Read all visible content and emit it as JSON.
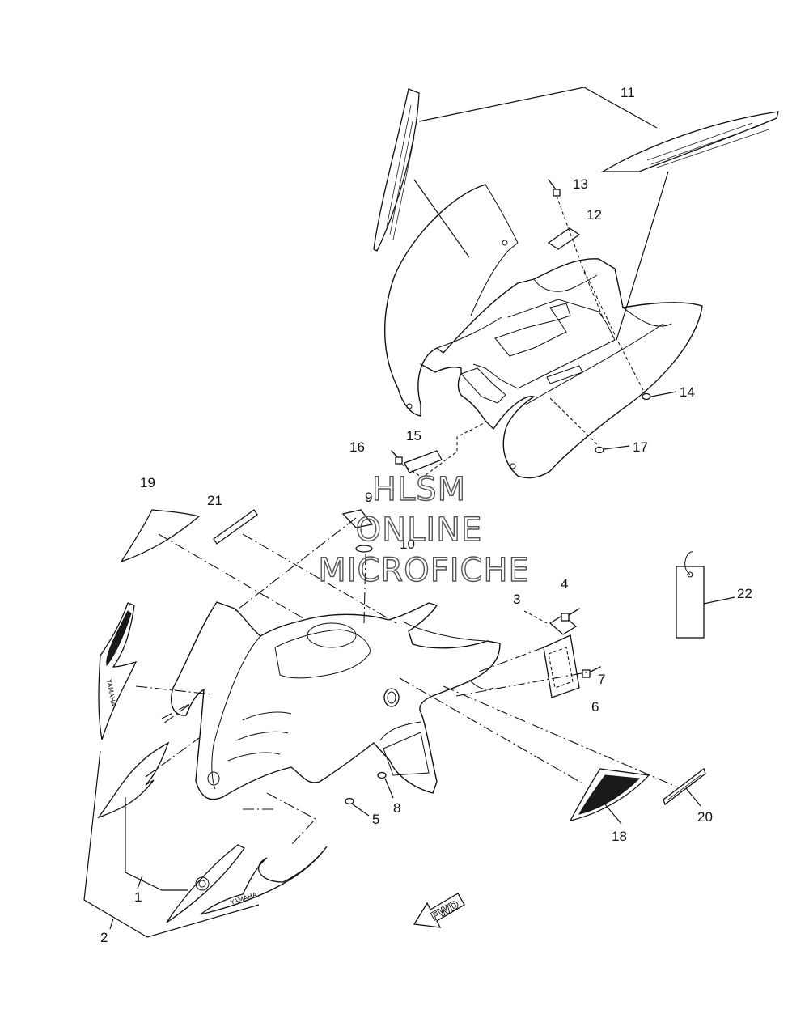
{
  "watermark": {
    "line1": "HLSM",
    "line2": "ONLINE",
    "line3": "MICROFICHE"
  },
  "callouts": [
    {
      "id": "1",
      "label": "1"
    },
    {
      "id": "2",
      "label": "2"
    },
    {
      "id": "3",
      "label": "3"
    },
    {
      "id": "4",
      "label": "4"
    },
    {
      "id": "5",
      "label": "5"
    },
    {
      "id": "6",
      "label": "6"
    },
    {
      "id": "7",
      "label": "7"
    },
    {
      "id": "8",
      "label": "8"
    },
    {
      "id": "9",
      "label": "9"
    },
    {
      "id": "10",
      "label": "10"
    },
    {
      "id": "11",
      "label": "11"
    },
    {
      "id": "12",
      "label": "12"
    },
    {
      "id": "13",
      "label": "13"
    },
    {
      "id": "14",
      "label": "14"
    },
    {
      "id": "15",
      "label": "15"
    },
    {
      "id": "16",
      "label": "16"
    },
    {
      "id": "17",
      "label": "17"
    },
    {
      "id": "18",
      "label": "18"
    },
    {
      "id": "19",
      "label": "19"
    },
    {
      "id": "20",
      "label": "20"
    },
    {
      "id": "21",
      "label": "21"
    },
    {
      "id": "22",
      "label": "22"
    }
  ],
  "decal_text": {
    "brand": "YAMAHA",
    "direction": "FWD"
  }
}
